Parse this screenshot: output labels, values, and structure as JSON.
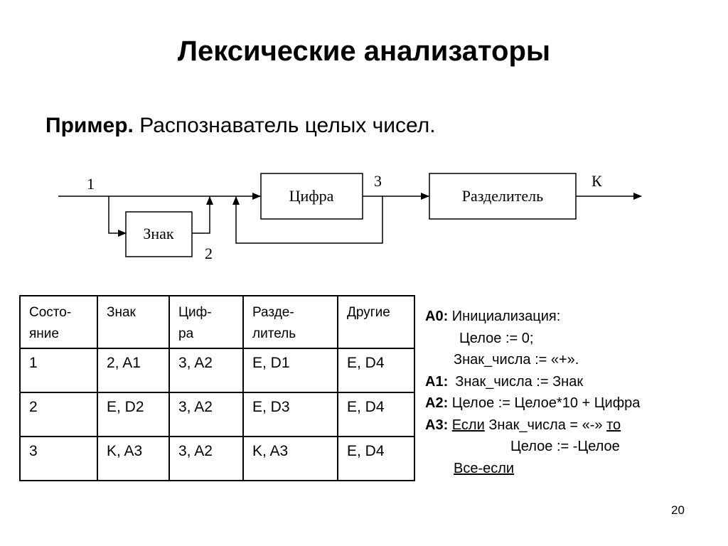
{
  "title": "Лексические анализаторы",
  "subtitle": {
    "prefix": "Пример.",
    "text": " Распознаватель целых чисел."
  },
  "diagram": {
    "nodes": {
      "digit": "Цифра",
      "separator": "Разделитель",
      "sign": "Знак"
    },
    "labels": {
      "input": "1",
      "sign_out": "2",
      "digit_out": "3",
      "output": "К"
    }
  },
  "table": {
    "headers": [
      "Состо-\nяние",
      "Знак",
      "Циф-\nра",
      "Разде-\nлитель",
      "Другие"
    ],
    "rows": [
      [
        "1",
        "2, A1",
        "3, A2",
        "E, D1",
        "E, D4"
      ],
      [
        "2",
        "E, D2",
        "3, A2",
        "E, D3",
        "E, D4"
      ],
      [
        "3",
        "K, A3",
        "3, A2",
        "K, A3",
        "E, D4"
      ]
    ]
  },
  "actions": {
    "a0_label": "А0:",
    "a0_text": " Инициализация:",
    "a0_line2": "Целое := 0;",
    "a0_line3": "Знак_числа := «+».",
    "a1_label": "А1:",
    "a1_text": "Знак_числа := Знак",
    "a2_label": "А2:",
    "a2_text": " Целое := Целое*10 + Цифра",
    "a3_label": "А3:",
    "a3_if": "Если",
    "a3_cond": " Знак_числа = «-» ",
    "a3_then": "то",
    "a3_line2": "Целое := -Целое",
    "a3_end": "Все-если"
  },
  "page_number": "20"
}
